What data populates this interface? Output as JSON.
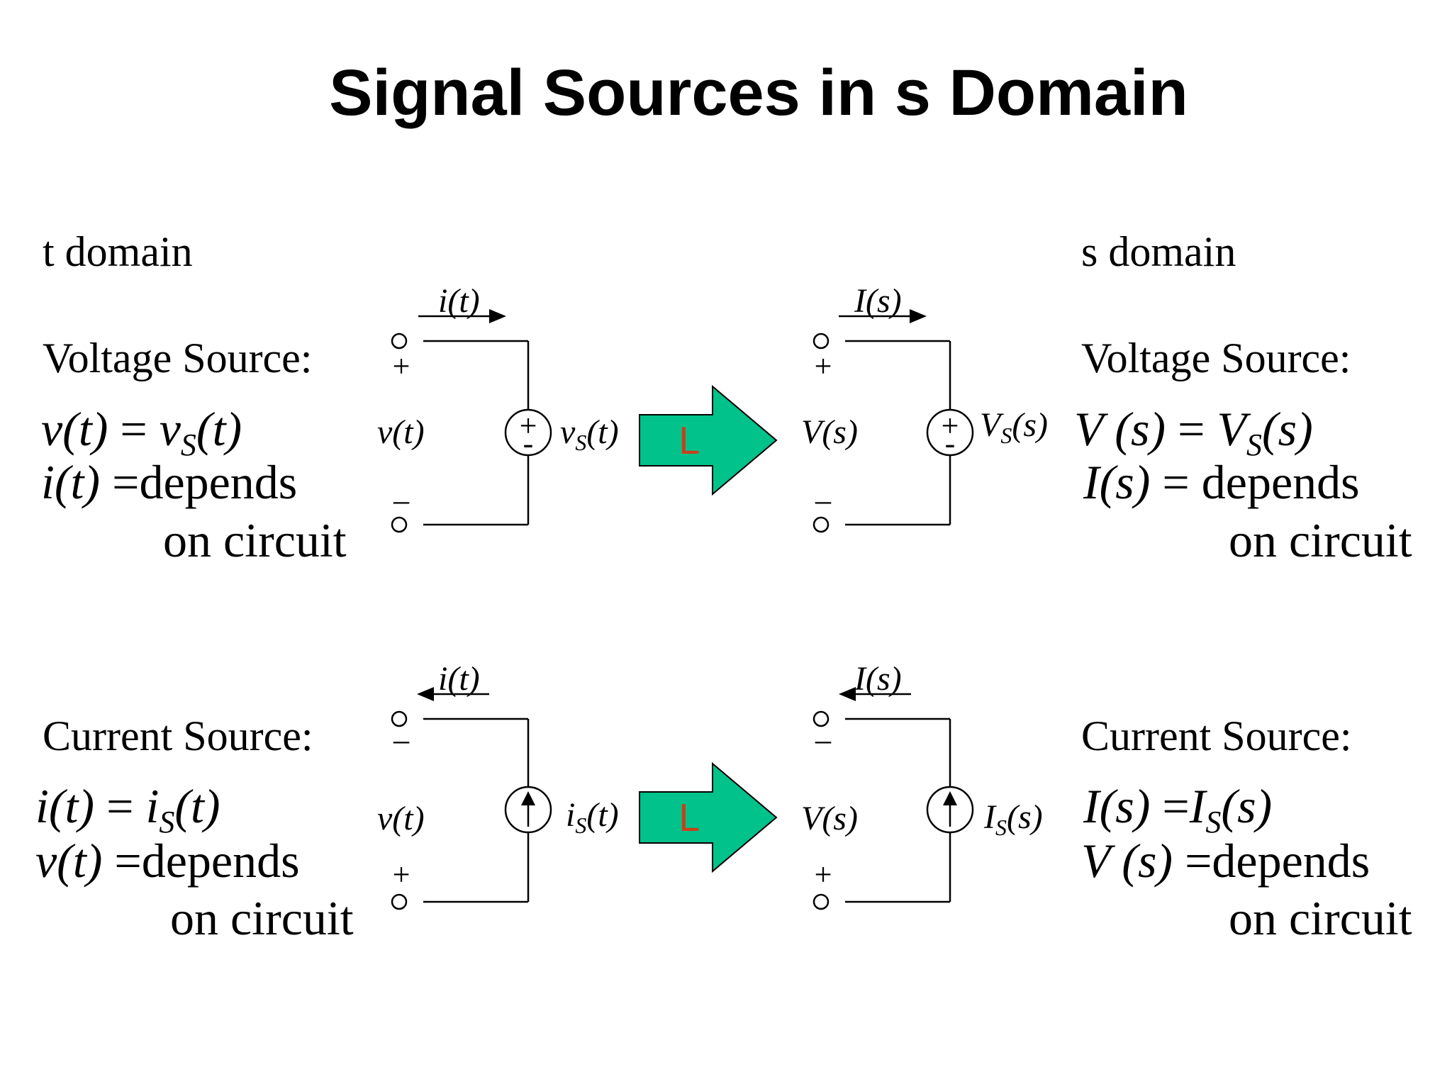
{
  "title": "Signal Sources in s Domain",
  "colors": {
    "arrow_fill": "#00c28a",
    "laplace_symbol": "#c8401c"
  },
  "left_heading": "t domain",
  "right_heading": "s domain",
  "transform_symbol": "L",
  "voltage": {
    "left_heading": "Voltage Source:",
    "right_heading": "Voltage Source:",
    "t_eq1": {
      "lhs": "v(t)",
      "rel": " = ",
      "rhs_var": "v",
      "rhs_sub": "S",
      "rhs_arg": "(t)"
    },
    "t_eq2": {
      "lhs": "i(t)",
      "rel": " =",
      "rhs": "depends"
    },
    "t_eq2_cont": "on circuit",
    "s_eq1": {
      "lhs": "V (s)",
      "rel": " = ",
      "rhs_var": "V",
      "rhs_sub": "S",
      "rhs_arg": "(s)"
    },
    "s_eq2": {
      "lhs": "I(s)",
      "rel": " = ",
      "rhs": "depends"
    },
    "s_eq2_cont": "on circuit",
    "t_circuit": {
      "current": "i(t)",
      "port": "v(t)",
      "top_sign": "+",
      "bottom_sign": "–",
      "src_plus": "+",
      "src_minus": "-",
      "src_var": "v",
      "src_sub": "S",
      "src_arg": "(t)"
    },
    "s_circuit": {
      "current": "I(s)",
      "port": "V(s)",
      "top_sign": "+",
      "bottom_sign": "–",
      "src_plus": "+",
      "src_minus": "-",
      "src_var": "V",
      "src_sub": "S",
      "src_arg": "(s)"
    }
  },
  "current": {
    "left_heading": "Current Source:",
    "right_heading": "Current Source:",
    "t_eq1": {
      "lhs": "i(t)",
      "rel": " = ",
      "rhs_var": "i",
      "rhs_sub": "S",
      "rhs_arg": "(t)"
    },
    "t_eq2": {
      "lhs": "v(t)",
      "rel": " =",
      "rhs": "depends"
    },
    "t_eq2_cont": "on circuit",
    "s_eq1": {
      "lhs": "I(s)",
      "rel": " =",
      "rhs_var": "I",
      "rhs_sub": "S",
      "rhs_arg": "(s)"
    },
    "s_eq2": {
      "lhs": "V (s)",
      "rel": " =",
      "rhs": "depends"
    },
    "s_eq2_cont": "on circuit",
    "t_circuit": {
      "current": "i(t)",
      "port": "v(t)",
      "top_sign": "–",
      "bottom_sign": "+",
      "src_var": "i",
      "src_sub": "S",
      "src_arg": "(t)"
    },
    "s_circuit": {
      "current": "I(s)",
      "port": "V(s)",
      "top_sign": "–",
      "bottom_sign": "+",
      "src_var": "I",
      "src_sub": "S",
      "src_arg": "(s)"
    }
  }
}
